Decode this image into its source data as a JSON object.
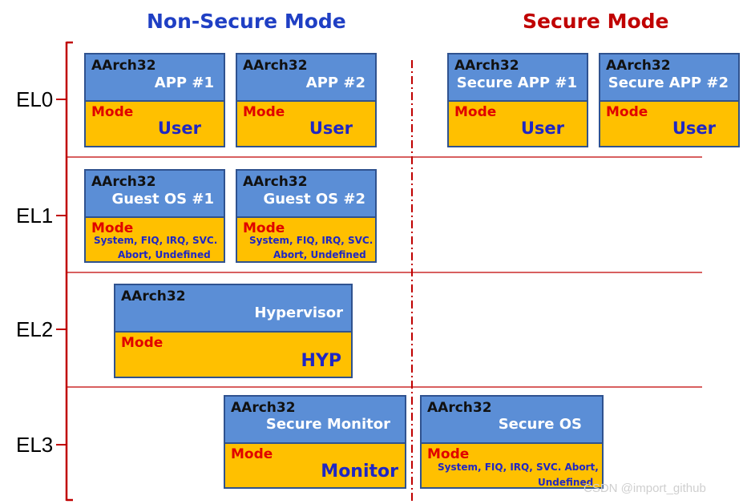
{
  "headers": {
    "non_secure": "Non-Secure Mode",
    "secure": "Secure Mode"
  },
  "levels": [
    "EL0",
    "EL1",
    "EL2",
    "EL3"
  ],
  "arch": "AArch32",
  "mode_label": "Mode",
  "boxes": {
    "app1": {
      "name": "APP #1",
      "mode": "User"
    },
    "app2": {
      "name": "APP #2",
      "mode": "User"
    },
    "sapp1": {
      "name": "Secure APP #1",
      "mode": "User"
    },
    "sapp2": {
      "name": "Secure APP #2",
      "mode": "User"
    },
    "guest1": {
      "name": "Guest OS #1",
      "mode_line1": "System, FIQ, IRQ, SVC.",
      "mode_line2": "Abort, Undefined"
    },
    "guest2": {
      "name": "Guest OS #2",
      "mode_line1": "System, FIQ, IRQ, SVC.",
      "mode_line2": "Abort, Undefined"
    },
    "hyp": {
      "name": "Hypervisor",
      "mode": "HYP"
    },
    "monitor": {
      "name": "Secure Monitor",
      "mode": "Monitor"
    },
    "secos": {
      "name": "Secure OS",
      "mode_line1": "System, FIQ, IRQ, SVC. Abort,",
      "mode_line2": "Undefined"
    }
  },
  "watermark": "CSDN @import_github",
  "colors": {
    "non_secure_header": "#1f3fc4",
    "secure_header": "#c00000",
    "box_top": "#5b8ed6",
    "box_bottom": "#ffc000",
    "mode_label": "#e00000",
    "mode_value": "#1f27c4",
    "divider": "#c00000"
  }
}
